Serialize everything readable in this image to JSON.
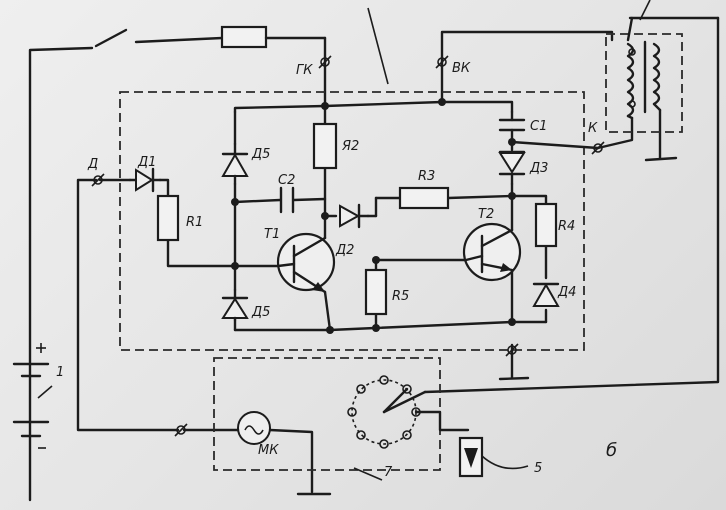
{
  "labels": {
    "terminal_gk": "ГК",
    "terminal_vk": "ВК",
    "terminal_k": "К",
    "terminal_d": "Д",
    "c1": "С1",
    "c2": "С2",
    "r1": "R1",
    "r2": "Я2",
    "r3": "R3",
    "r4": "R4",
    "r5": "R5",
    "d1": "Д1",
    "d2": "Д2",
    "d3": "Д3",
    "d4": "Д4",
    "d5_top": "Д5",
    "d5_bottom": "Д5",
    "t1": "Т1",
    "t2": "Т2",
    "mk": "МК",
    "num_1": "1",
    "num_5": "5",
    "num_7": "7",
    "panel_letter": "б"
  }
}
